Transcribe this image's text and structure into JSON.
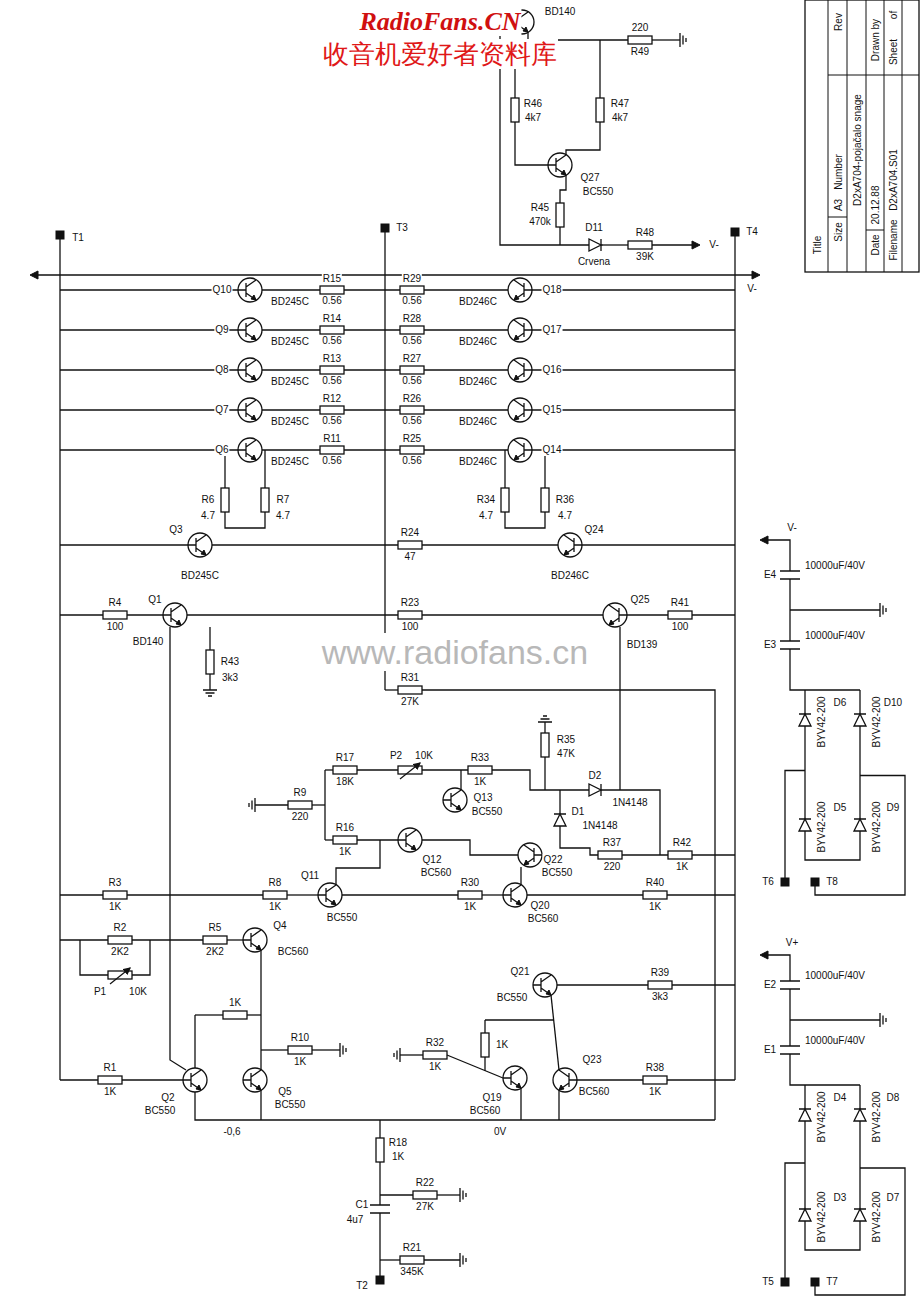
{
  "diagram": {
    "labels": [
      "RadioFans.CN",
      "收音机爱好者资料库",
      "www.radiofans.cn",
      "BD140",
      "220",
      "R49",
      "R46",
      "4k7",
      "R47",
      "4k7",
      "Q27",
      "BC550",
      "R45",
      "470k",
      "D11",
      "Crvena",
      "R48",
      "39K",
      "V-",
      "Title",
      "Size",
      "A3",
      "Number",
      "Rev",
      "D2xA704-pojačalo snage",
      "Date",
      "20.12.88",
      "Drawn by",
      "Filename",
      "D2xA704.S01",
      "Sheet",
      "of",
      "T1",
      "T3",
      "T4",
      "V-",
      "Q10",
      "BD245C",
      "R15",
      "0.56",
      "R29",
      "0.56",
      "BD246C",
      "Q18",
      "Q9",
      "BD245C",
      "R14",
      "0.56",
      "R28",
      "0.56",
      "BD246C",
      "Q17",
      "Q8",
      "BD245C",
      "R13",
      "0.56",
      "R27",
      "0.56",
      "BD246C",
      "Q16",
      "Q7",
      "BD245C",
      "R12",
      "0.56",
      "R26",
      "0.56",
      "BD246C",
      "Q15",
      "Q6",
      "BD245C",
      "R11",
      "0.56",
      "R25",
      "0.56",
      "BD246C",
      "Q14",
      "R6",
      "4.7",
      "R7",
      "4.7",
      "R34",
      "4.7",
      "R36",
      "4.7",
      "Q3",
      "BD245C",
      "R24",
      "47",
      "Q24",
      "BD246C",
      "R4",
      "100",
      "Q1",
      "BD140",
      "R43",
      "3k3",
      "R23",
      "100",
      "Q25",
      "BD139",
      "R41",
      "100",
      "R31",
      "27K",
      "R17",
      "18K",
      "P2",
      "10K",
      "R33",
      "1K",
      "Q13",
      "BC550",
      "R35",
      "47K",
      "D2",
      "1N4148",
      "D1",
      "1N4148",
      "R9",
      "220",
      "R16",
      "1K",
      "Q12",
      "BC560",
      "Q22",
      "BC550",
      "R37",
      "220",
      "R42",
      "1K",
      "R3",
      "1K",
      "R8",
      "1K",
      "Q11",
      "BC550",
      "R30",
      "1K",
      "Q20",
      "BC560",
      "R40",
      "1K",
      "R2",
      "2K2",
      "P1",
      "10K",
      "R5",
      "2K2",
      "Q4",
      "BC560",
      "Q21",
      "BC550",
      "R39",
      "3k3",
      "1K",
      "R10",
      "1K",
      "R1",
      "1K",
      "Q2",
      "BC550",
      "Q5",
      "BC550",
      "-0,6",
      "R32",
      "1K",
      "1K",
      "Q19",
      "BC560",
      "Q23",
      "BC560",
      "R38",
      "1K",
      "0V",
      "R18",
      "1K",
      "C1",
      "4u7",
      "R22",
      "27K",
      "R21",
      "345K",
      "T2",
      "V-",
      "10000uF/40V",
      "E4",
      "10000uF/40V",
      "E3",
      "D6",
      "BYV42-200",
      "D10",
      "BYV42-200",
      "D5",
      "BYV42-200",
      "D9",
      "BYV42-200",
      "T6",
      "T8",
      "V+",
      "10000uF/40V",
      "E2",
      "10000uF/40V",
      "E1",
      "D4",
      "BYV42-200",
      "D8",
      "BYV42-200",
      "D3",
      "BYV42-200",
      "D7",
      "BYV42-200",
      "T5",
      "T7"
    ]
  }
}
